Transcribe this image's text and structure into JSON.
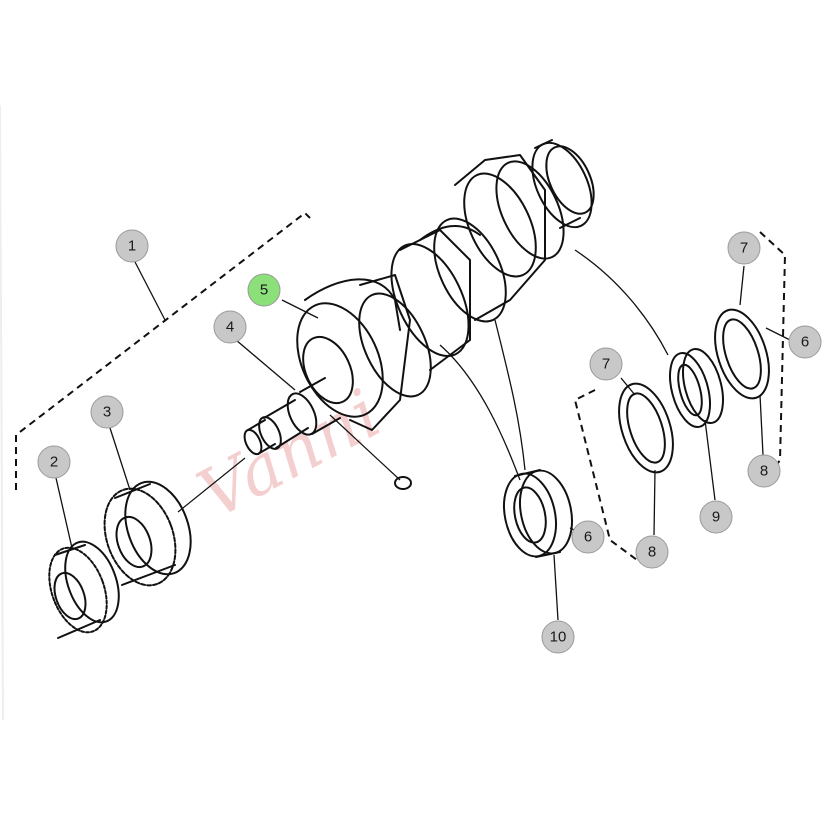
{
  "diagram": {
    "watermark_text": "Vanni",
    "callouts": [
      {
        "id": "c1",
        "label": "1",
        "color": "#c8c8c8"
      },
      {
        "id": "c2",
        "label": "2",
        "color": "#c8c8c8"
      },
      {
        "id": "c3",
        "label": "3",
        "color": "#c8c8c8"
      },
      {
        "id": "c4",
        "label": "4",
        "color": "#c8c8c8"
      },
      {
        "id": "c5",
        "label": "5",
        "color": "#8be07a"
      },
      {
        "id": "c6a",
        "label": "6",
        "color": "#c8c8c8"
      },
      {
        "id": "c6b",
        "label": "6",
        "color": "#c8c8c8"
      },
      {
        "id": "c7a",
        "label": "7",
        "color": "#c8c8c8"
      },
      {
        "id": "c7b",
        "label": "7",
        "color": "#c8c8c8"
      },
      {
        "id": "c8a",
        "label": "8",
        "color": "#c8c8c8"
      },
      {
        "id": "c8b",
        "label": "8",
        "color": "#c8c8c8"
      },
      {
        "id": "c9",
        "label": "9",
        "color": "#c8c8c8"
      },
      {
        "id": "c10",
        "label": "10",
        "color": "#c8c8c8"
      }
    ]
  }
}
